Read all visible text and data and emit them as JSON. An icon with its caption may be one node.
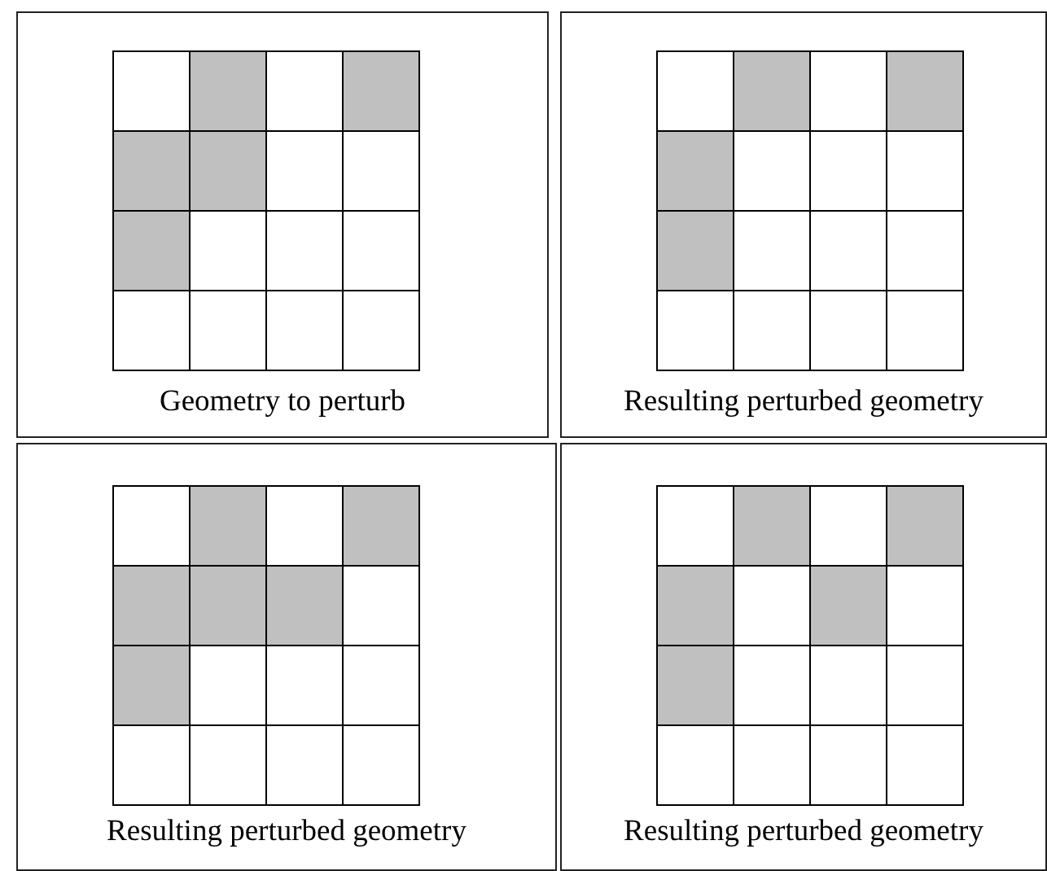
{
  "diagram": {
    "nodes": [
      {
        "text": [
          "Geometry to perturb"
        ]
      },
      {
        "text": [
          "Resulting perturbed geometry"
        ]
      },
      {
        "text": [
          "Resulting perturbed geometry"
        ]
      },
      {
        "text": [
          "Resulting perturbed geometry"
        ]
      }
    ]
  }
}
